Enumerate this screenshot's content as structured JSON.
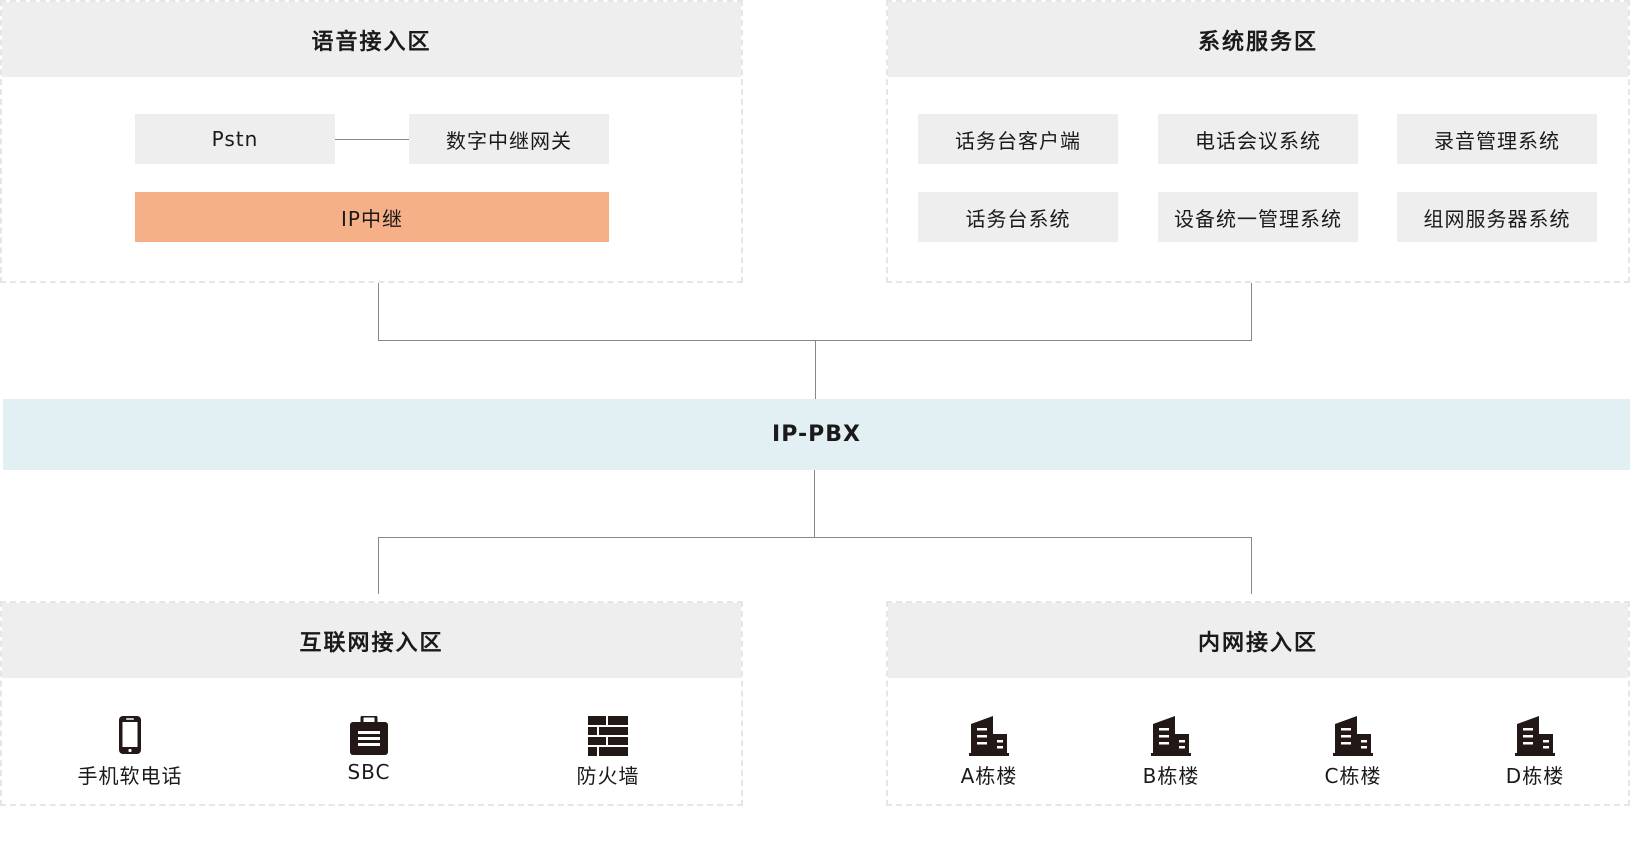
{
  "zones": {
    "voice": {
      "title": "语音接入区",
      "boxes": {
        "pstn": "Pstn",
        "gateway": "数字中继网关",
        "ip_trunk": "IP中继"
      }
    },
    "system": {
      "title": "系统服务区",
      "boxes": [
        "话务台客户端",
        "电话会议系统",
        "录音管理系统",
        "话务台系统",
        "设备统一管理系统",
        "组网服务器系统"
      ]
    },
    "internet": {
      "title": "互联网接入区",
      "items": [
        {
          "label": "手机软电话",
          "icon": "mobile-phone-icon"
        },
        {
          "label": "SBC",
          "icon": "sbc-briefcase-icon"
        },
        {
          "label": "防火墙",
          "icon": "firewall-icon"
        }
      ]
    },
    "intranet": {
      "title": "内网接入区",
      "items": [
        {
          "label": "A栋楼",
          "icon": "building-icon"
        },
        {
          "label": "B栋楼",
          "icon": "building-icon"
        },
        {
          "label": "C栋楼",
          "icon": "building-icon"
        },
        {
          "label": "D栋楼",
          "icon": "building-icon"
        }
      ]
    }
  },
  "core": {
    "label": "IP-PBX"
  },
  "colors": {
    "header_bg": "#eeeeee",
    "accent": "#f5b087",
    "core_bg": "#e2eff3",
    "icon": "#231815"
  }
}
